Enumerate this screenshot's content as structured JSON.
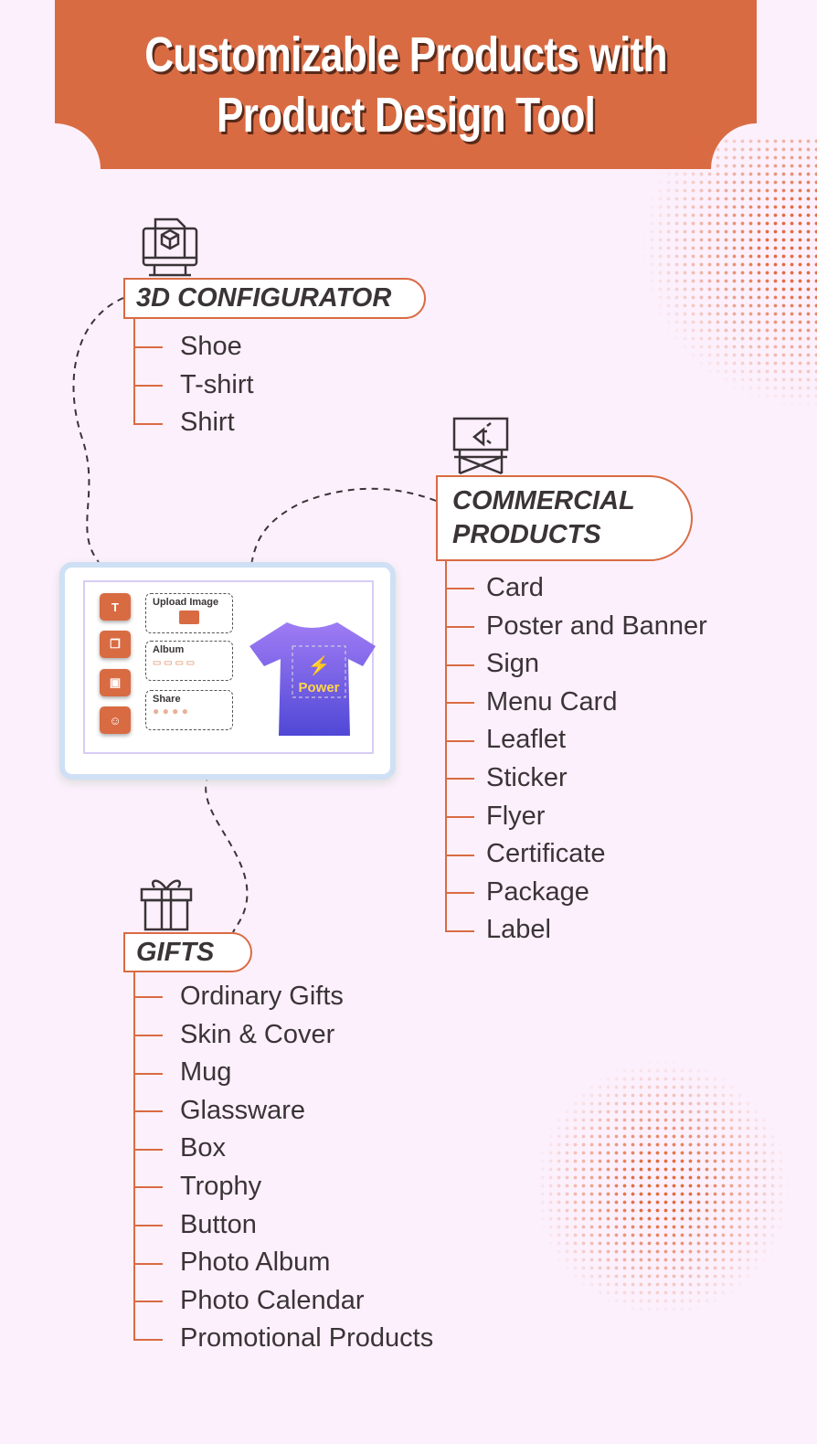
{
  "title": {
    "line1": "Customizable Products with",
    "line2": "Product Design Tool"
  },
  "colors": {
    "accent": "#d96b43",
    "background": "#fcf0fc",
    "text": "#3a3437"
  },
  "sections": {
    "configurator": {
      "label": "3D CONFIGURATOR",
      "icon": "monitor-3d-box-icon",
      "items": [
        "Shoe",
        "T-shirt",
        "Shirt"
      ]
    },
    "commercial": {
      "label_line1": "COMMERCIAL",
      "label_line2": "PRODUCTS",
      "icon": "billboard-megaphone-icon",
      "items": [
        "Card",
        "Poster and Banner",
        "Sign",
        "Menu Card",
        "Leaflet",
        "Sticker",
        "Flyer",
        "Certificate",
        "Package",
        "Label"
      ]
    },
    "gifts": {
      "label": "GIFTS",
      "icon": "gift-box-icon",
      "items": [
        "Ordinary Gifts",
        "Skin & Cover",
        "Mug",
        "Glassware",
        "Box",
        "Trophy",
        "Button",
        "Photo Album",
        "Photo Calendar",
        "Promotional Products"
      ]
    }
  },
  "mockup": {
    "upload": "Upload Image",
    "album": "Album",
    "share": "Share",
    "shirt_text": "Power",
    "tool_text": "T"
  }
}
